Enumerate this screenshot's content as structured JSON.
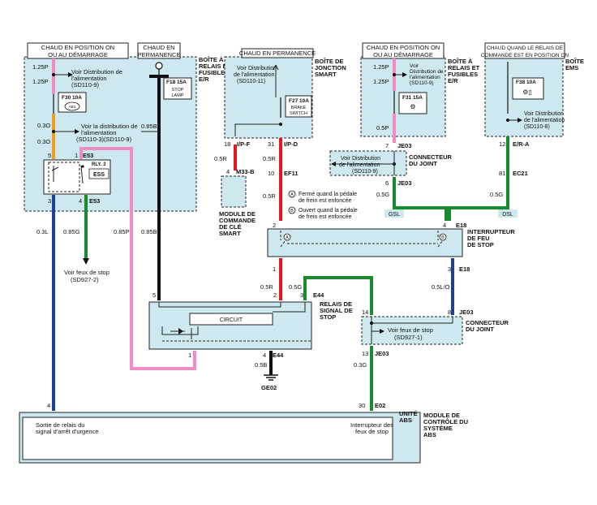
{
  "headers": {
    "h1a": "CHAUD EN POSITION ON",
    "h1b": "OU AU DÉMARRAGE",
    "h2a": "CHAUD EN",
    "h2b": "PERMANENCE",
    "h3": "CHAUD EN PERMANENCE",
    "h4a": "CHAUD EN POSITION ON",
    "h4b": "OU AU DÉMARRAGE",
    "h5a": "CHAUD QUAND LE RELAIS DE",
    "h5b": "COMMANDE EST EN POSITION ON"
  },
  "boxes": {
    "relay_fuse_1": [
      "BOÎTE À",
      "RELAIS ET",
      "FUSIBLES",
      "E/R"
    ],
    "junction": [
      "BOÎTE DE",
      "JONCTION",
      "SMART"
    ],
    "relay_fuse_2": [
      "BOÎTE À",
      "RELAIS ET",
      "FUSIBLES",
      "E/R"
    ],
    "ems": [
      "BOÎTE",
      "EMS"
    ],
    "smart_key": [
      "MODULE DE",
      "COMMANDE",
      "DE CLÉ",
      "SMART"
    ],
    "joint_conn_1": [
      "CONNECTEUR",
      "DU JOINT"
    ],
    "stop_switch": [
      "INTERRUPTEUR",
      "DE FEU",
      "DE STOP"
    ],
    "stop_relay": [
      "RELAIS DE",
      "SIGNAL DE",
      "STOP"
    ],
    "joint_conn_2": [
      "CONNECTEUR",
      "DU JOINT"
    ],
    "abs_unit": [
      "UNITÉ",
      "ABS"
    ],
    "abs_module": [
      "MODULE DE",
      "CONTRÔLE DU",
      "SYSTÈME",
      "ABS"
    ]
  },
  "fuses": {
    "f30": "F30 10A",
    "f18": "F18 15A",
    "f18_sub": [
      "STOP",
      "LAMP"
    ],
    "f27": "F27 10A",
    "f27_sub": [
      "BRAKE",
      "SWITCH"
    ],
    "f31": "F31 15A",
    "f38": "F38 10A"
  },
  "notes": {
    "n1": [
      "Voir Distribution de",
      "l'alimentation",
      "(SD110-9)"
    ],
    "n2": [
      "Voir la distribution de",
      "l'alimentation",
      "(SD110-3)(SD110-9)"
    ],
    "n3": [
      "Voir Distribution",
      "de l'alimentation",
      "(SD110-11)"
    ],
    "n4": [
      "Voir",
      "Distribution de",
      "l'alimentation",
      "(SD110-9)"
    ],
    "n5": [
      "Voir Distribution",
      "de l'alimentation",
      "(SD110-8)"
    ],
    "n6": [
      "Voir Distribution",
      "de l'alimentation",
      "(SD110-9)"
    ],
    "n7": [
      "Voir feux de stop",
      "(SD927-2)"
    ],
    "n8": [
      "Voir feux de stop",
      "(SD927-1)"
    ],
    "legendA": [
      "Fermé quand la pédale",
      "de frein est enfoncée"
    ],
    "legendB": [
      "Ouvert quand la pédale",
      "de frein est enfoncée"
    ],
    "abs_left": [
      "Sortie de relais du",
      "signal d'arrêt d'urgence"
    ],
    "abs_right": [
      "Interrupteur des",
      "feux de stop"
    ]
  },
  "relay": {
    "name": "RLY. 3",
    "ess": "ESS",
    "circuit": "CIRCUIT"
  },
  "wires": {
    "w125p_a": "1.25P",
    "w125p_b": "1.25P",
    "w03o_a": "0.3O",
    "w03o_b": "0.3O",
    "w03l": "0.3L",
    "w085g": "0.85G",
    "w085p": "0.85P",
    "w085b_a": "0.85B",
    "w085b_b": "0.85B",
    "w05r_a": "0.5R",
    "w05r_b": "0.5R",
    "w05r_c": "0.5R",
    "w05r_d": "0.5R",
    "w05g": "0.5G",
    "w05b": "0.5B",
    "w03g": "0.3G",
    "w125p_c": "1.25P",
    "w125p_d": "1.25P",
    "w05p": "0.5P",
    "w05g_a": "0.5G",
    "w05g_b": "0.5G",
    "w05lo": "0.5L/O"
  },
  "connectors": {
    "e53a": "E53",
    "e53b": "E53",
    "ipf": "I/P-F",
    "ipd": "I/P-D",
    "m33b": "M33-B",
    "ef11": "EF11",
    "je03a": "JE03",
    "je03b": "JE03",
    "era": "E/R-A",
    "ec21": "EC21",
    "e18a": "E18",
    "e18b": "E18",
    "e44a": "E44",
    "e44b": "E44",
    "je03c": "JE03",
    "je03d": "JE03",
    "e02": "E02",
    "ge02": "GE02",
    "gsl": "GSL",
    "dsl": "DSL"
  },
  "pins": {
    "p5": "5",
    "p1": "1",
    "p3": "3",
    "p4": "4",
    "p18": "18",
    "p31": "31",
    "p4b": "4",
    "p10": "10",
    "p7": "7",
    "p6": "6",
    "p12": "12",
    "p81": "81",
    "p2": "2",
    "p4c": "4",
    "p1b": "1",
    "p3b": "3",
    "p5b": "5",
    "p2b": "2",
    "p3c": "3",
    "p1c": "1",
    "p4d": "4",
    "p14": "14",
    "p8": "8",
    "p13": "13",
    "p4e": "4",
    "p30": "30"
  },
  "colors": {
    "pink": "#f08bc4",
    "orange": "#f39b1f",
    "blue": "#1d3f9e",
    "green": "#1a8a2e",
    "red": "#e8141c",
    "black": "#111111",
    "navy": "#233f86",
    "box": "#cde8ee"
  }
}
